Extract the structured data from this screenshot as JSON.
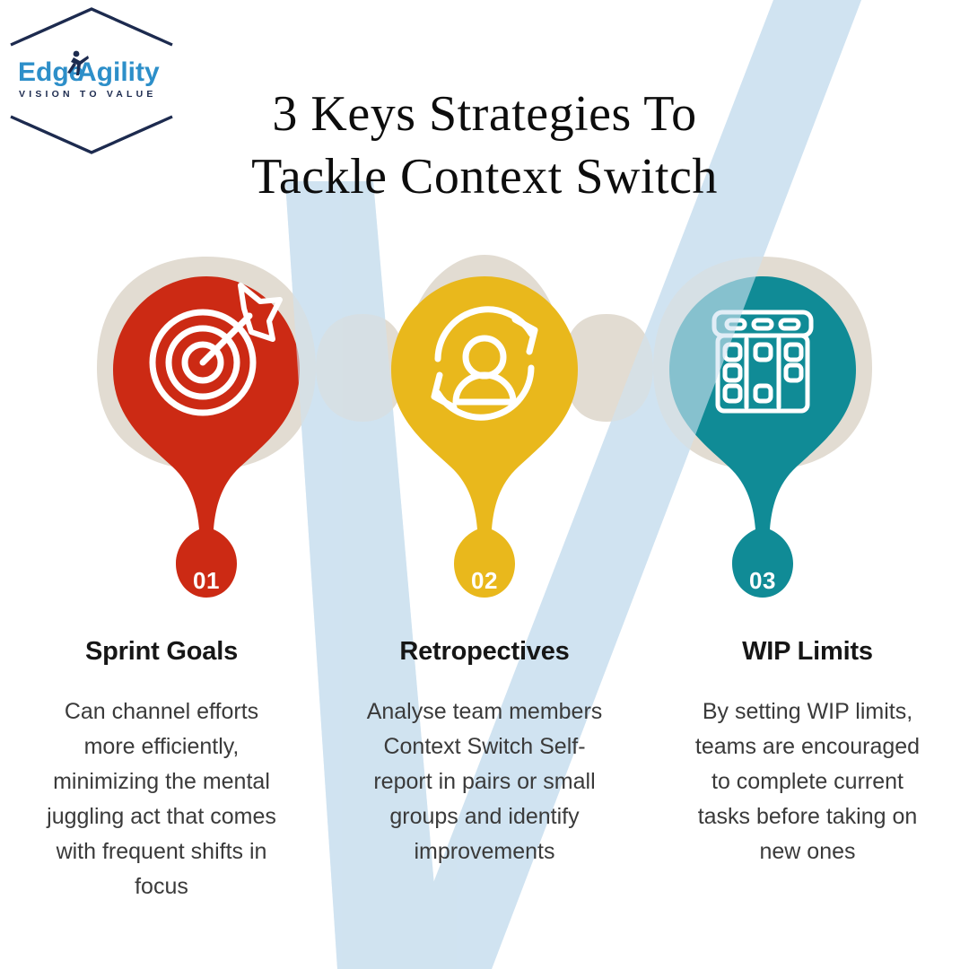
{
  "brand": {
    "logo_name": "Edge Agility",
    "logo_word_1": "Edge",
    "logo_word_2": "Agility",
    "tagline": "VISION TO VALUE",
    "logo_color_dark": "#1d2b4f",
    "logo_color_blue": "#2d8fc9"
  },
  "header": {
    "title_line_1": "3 Keys Strategies To",
    "title_line_2": "Tackle Context Switch",
    "title_full": "3 Keys Strategies To Tackle Context Switch"
  },
  "theme": {
    "background": "#ffffff",
    "beige_band": "#e2dcd2",
    "check_blue": "#d3e5f2",
    "text_dark": "#161616",
    "body_text": "#3a3a3a"
  },
  "steps": [
    {
      "number": "01",
      "heading": "Sprint Goals",
      "body": "Can channel efforts more efficiently, minimizing the mental juggling act that comes with frequent shifts in focus",
      "color": "#cc2a14",
      "icon": "target-arrow-icon"
    },
    {
      "number": "02",
      "heading": "Retropectives",
      "body": "Analyse team members Context Switch Self-report in pairs or small groups and identify improvements",
      "color": "#e9b81c",
      "icon": "person-refresh-cycle-icon"
    },
    {
      "number": "03",
      "heading": "WIP Limits",
      "body": "By setting WIP limits, teams are encouraged to complete current tasks before taking on new ones",
      "color": "#108b96",
      "icon": "kanban-board-icon"
    }
  ]
}
